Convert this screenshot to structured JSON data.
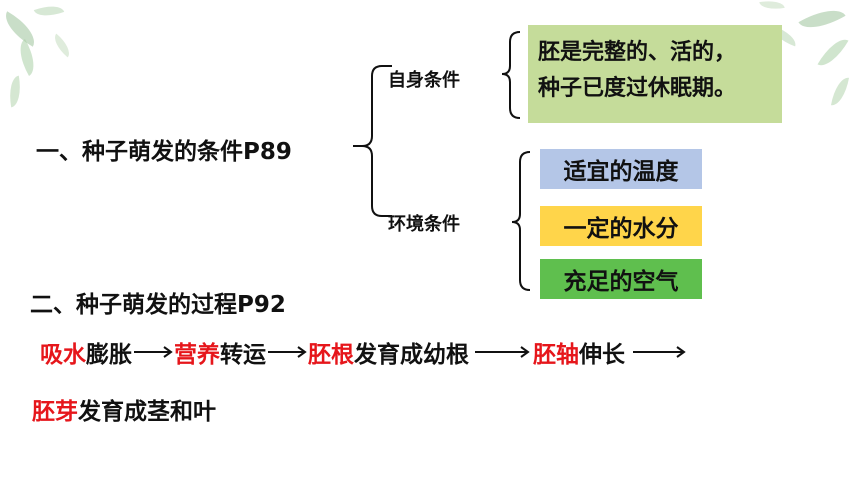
{
  "section1": {
    "title": "一、种子萌发的条件P89",
    "self_condition": {
      "label": "自身条件",
      "box_line1": "胚是完整的、活的，",
      "box_line2": "种子已度过休眠期。",
      "box_color": "#c5dc9a"
    },
    "env_condition": {
      "label": "环境条件",
      "items": [
        {
          "text": "适宜的温度",
          "color": "#b4c6e7"
        },
        {
          "text": "一定的水分",
          "color": "#ffd54a"
        },
        {
          "text": "充足的空气",
          "color": "#5fbf4e"
        }
      ]
    }
  },
  "section2": {
    "title": "二、种子萌发的过程P92",
    "steps": [
      {
        "red": "吸水",
        "black": "膨胀"
      },
      {
        "red": "营养",
        "black": "转运"
      },
      {
        "red": "胚根",
        "black": "发育成幼根"
      },
      {
        "red": "胚轴",
        "black": "伸长"
      },
      {
        "red": "胚芽",
        "black": "发育成茎和叶"
      }
    ]
  },
  "colors": {
    "accent_red": "#e6161b",
    "leaf": "#8fb58a"
  }
}
